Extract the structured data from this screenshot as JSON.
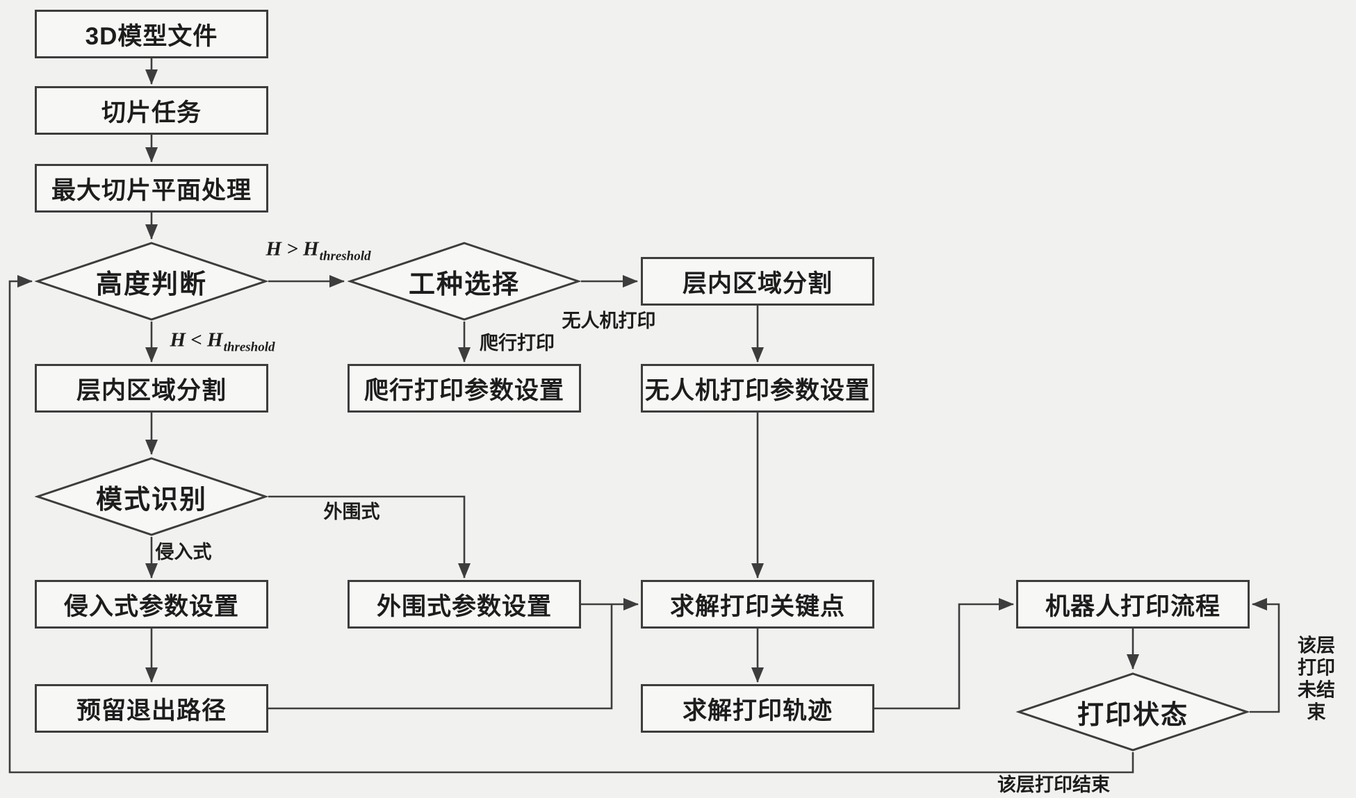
{
  "figure": {
    "type": "flowchart",
    "language": "zh-CN",
    "palette": {
      "background": "#f1f1ef",
      "node_fill": "#f7f7f5",
      "line_color": "#3d3d3d",
      "text_color": "#1d1d1d"
    }
  },
  "nodes": [
    {
      "id": "3d-model-file",
      "shape": "process",
      "label": "3D模型文件"
    },
    {
      "id": "slicing-task",
      "shape": "process",
      "label": "切片任务"
    },
    {
      "id": "max-slice-plane",
      "shape": "process",
      "label": "最大切片平面处理"
    },
    {
      "id": "height-judgment",
      "shape": "decision",
      "label": "高度判断"
    },
    {
      "id": "work-type-selection",
      "shape": "decision",
      "label": "工种选择"
    },
    {
      "id": "region-split-uav",
      "shape": "process",
      "label": "层内区域分割"
    },
    {
      "id": "region-split",
      "shape": "process",
      "label": "层内区域分割"
    },
    {
      "id": "crawl-print-params",
      "shape": "process",
      "label": "爬行打印参数设置"
    },
    {
      "id": "uav-print-params",
      "shape": "process",
      "label": "无人机打印参数设置"
    },
    {
      "id": "mode-recognition",
      "shape": "decision",
      "label": "模式识别"
    },
    {
      "id": "intrusive-params",
      "shape": "process",
      "label": "侵入式参数设置"
    },
    {
      "id": "peripheral-params",
      "shape": "process",
      "label": "外围式参数设置"
    },
    {
      "id": "solve-print-key-points",
      "shape": "process",
      "label": "求解打印关键点"
    },
    {
      "id": "robot-print-process",
      "shape": "process",
      "label": "机器人打印流程"
    },
    {
      "id": "reserve-exit-path",
      "shape": "process",
      "label": "预留退出路径"
    },
    {
      "id": "solve-print-trajectory",
      "shape": "process",
      "label": "求解打印轨迹"
    },
    {
      "id": "print-status",
      "shape": "decision",
      "label": "打印状态"
    }
  ],
  "edge_labels": [
    {
      "id": "h-greater",
      "kind": "math",
      "prefix": "H > H",
      "subscript": "threshold"
    },
    {
      "id": "h-less",
      "kind": "math",
      "prefix": "H < H",
      "subscript": "threshold"
    },
    {
      "id": "uav-print",
      "kind": "text",
      "text": "无人机打印"
    },
    {
      "id": "crawl-print",
      "kind": "text",
      "text": "爬行打印"
    },
    {
      "id": "peripheral-mode",
      "kind": "text",
      "text": "外围式"
    },
    {
      "id": "intrusive-mode",
      "kind": "text",
      "text": "侵入式"
    },
    {
      "id": "layer-not-finished",
      "kind": "text",
      "text": "该层打印\n未结束"
    },
    {
      "id": "layer-finished",
      "kind": "text",
      "text": "该层打印结束"
    }
  ]
}
